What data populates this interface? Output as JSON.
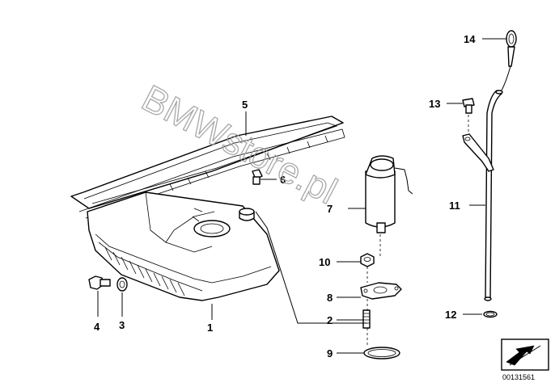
{
  "callouts": {
    "p1": "1",
    "p2": "2",
    "p3": "3",
    "p4": "4",
    "p5": "5",
    "p6": "6",
    "p7": "7",
    "p8": "8",
    "p9": "9",
    "p10": "10",
    "p11": "11",
    "p12": "12",
    "p13": "13",
    "p14": "14"
  },
  "watermark": "BMWstore.pl",
  "doc_number": "00131561"
}
